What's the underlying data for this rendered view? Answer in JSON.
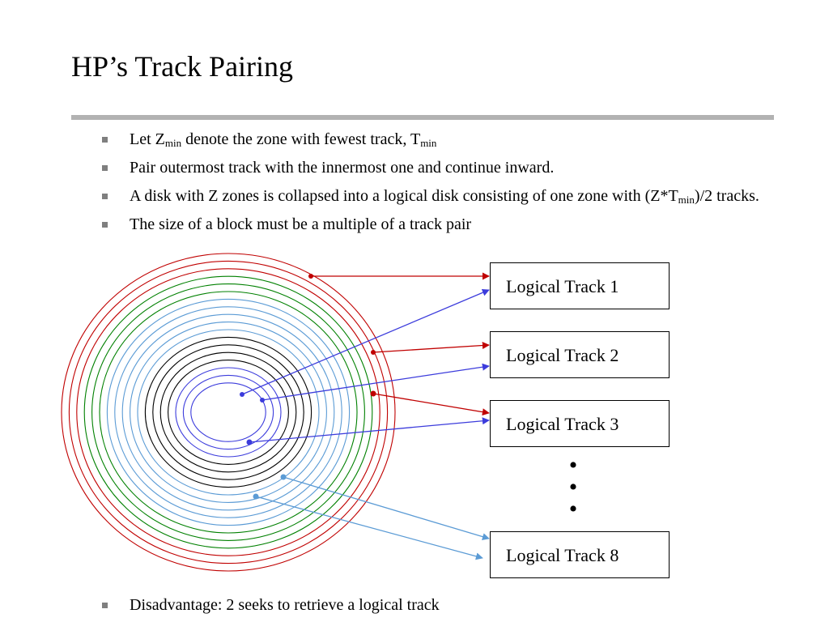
{
  "slide": {
    "title": "HP’s Track Pairing",
    "bullets": [
      {
        "parts": [
          {
            "t": "Let Z"
          },
          {
            "sub": "min"
          },
          {
            "t": " denote the zone with fewest track, T"
          },
          {
            "sub": "min"
          }
        ]
      },
      {
        "parts": [
          {
            "t": "Pair outermost track with the innermost one and continue inward."
          }
        ]
      },
      {
        "parts": [
          {
            "t": "A disk with Z zones is collapsed into a logical disk consisting of one zone with (Z*T"
          },
          {
            "sub": "min"
          },
          {
            "t": ")/2 tracks."
          }
        ]
      },
      {
        "parts": [
          {
            "t": "The size of a block must be a multiple of a track pair"
          }
        ]
      }
    ],
    "bottom_bullet": "Disadvantage:  2 seeks to retrieve a logical track"
  },
  "diagram": {
    "logical_tracks": [
      "Logical Track 1",
      "Logical Track 2",
      "Logical Track 3",
      "Logical Track 8"
    ],
    "ellipsis": "•\n•\n•",
    "zones": [
      {
        "zone": "outer",
        "color": "#c00000",
        "tracks": 3
      },
      {
        "zone": "second",
        "color": "#008000",
        "tracks": 3
      },
      {
        "zone": "third",
        "color": "#5b9bd5",
        "tracks": 5
      },
      {
        "zone": "fourth",
        "color": "#000000",
        "tracks": 4
      },
      {
        "zone": "inner",
        "color": "#3c3cdc",
        "tracks": 3
      }
    ],
    "arrow_colors": {
      "outer": "#c00000",
      "inner": "#3c3cdc",
      "third": "#5b9bd5"
    }
  }
}
